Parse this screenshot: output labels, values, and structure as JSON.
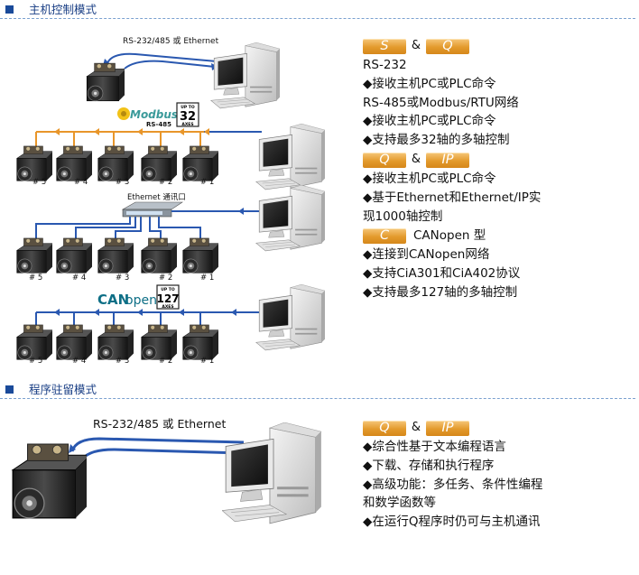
{
  "sections": {
    "host": {
      "title": "主机控制模式"
    },
    "program": {
      "title": "程序驻留模式"
    }
  },
  "host_diagram": {
    "rs_label": "RS-232/485 或 Ethernet",
    "modbus": {
      "logo": "Modbus",
      "sub": "RS-485",
      "badge_top": "UP TO",
      "badge_num": "32",
      "badge_bot": "AXES"
    },
    "ethernet_label": "Ethernet 通讯口",
    "canopen": {
      "logo_can": "CAN",
      "logo_open": "open",
      "badge_top": "UP TO",
      "badge_num": "127",
      "badge_bot": "AXES"
    },
    "axis_labels": [
      "# 5",
      "# 4",
      "# 3",
      "# 2",
      "# 1"
    ]
  },
  "host_text": {
    "badge_s": "S",
    "badge_q": "Q",
    "amp": "&",
    "rs232": "RS-232",
    "item1": "◆接收主机PC或PLC命令",
    "rs485": "RS-485或Modbus/RTU网络",
    "item2": "◆接收主机PC或PLC命令",
    "item3": "◆支持最多32轴的多轴控制",
    "badge_q2": "Q",
    "badge_ip": "IP",
    "item4": "◆接收主机PC或PLC命令",
    "item5": "◆基于Ethernet和Ethernet/IP实现1000轴控制",
    "badge_c": "C",
    "canopen_type": "CANopen 型",
    "item6": "◆连接到CANopen网络",
    "item7": "◆支持CiA301和CiA402协议",
    "item8": "◆支持最多127轴的多轴控制"
  },
  "program_diagram": {
    "rs_label": "RS-232/485 或 Ethernet"
  },
  "program_text": {
    "badge_q": "Q",
    "badge_ip": "IP",
    "amp": "&",
    "item1": "◆综合性基于文本编程语言",
    "item2": "◆下载、存储和执行程序",
    "item3": "◆高级功能：多任务、条件性编程和数学函数等",
    "item4": "◆在运行Q程序时仍可与主机通讯"
  },
  "colors": {
    "header_blue": "#1a3f85",
    "bus_orange": "#e8962a",
    "link_blue": "#2a58b0",
    "badge_orange": "#e39a2c"
  }
}
